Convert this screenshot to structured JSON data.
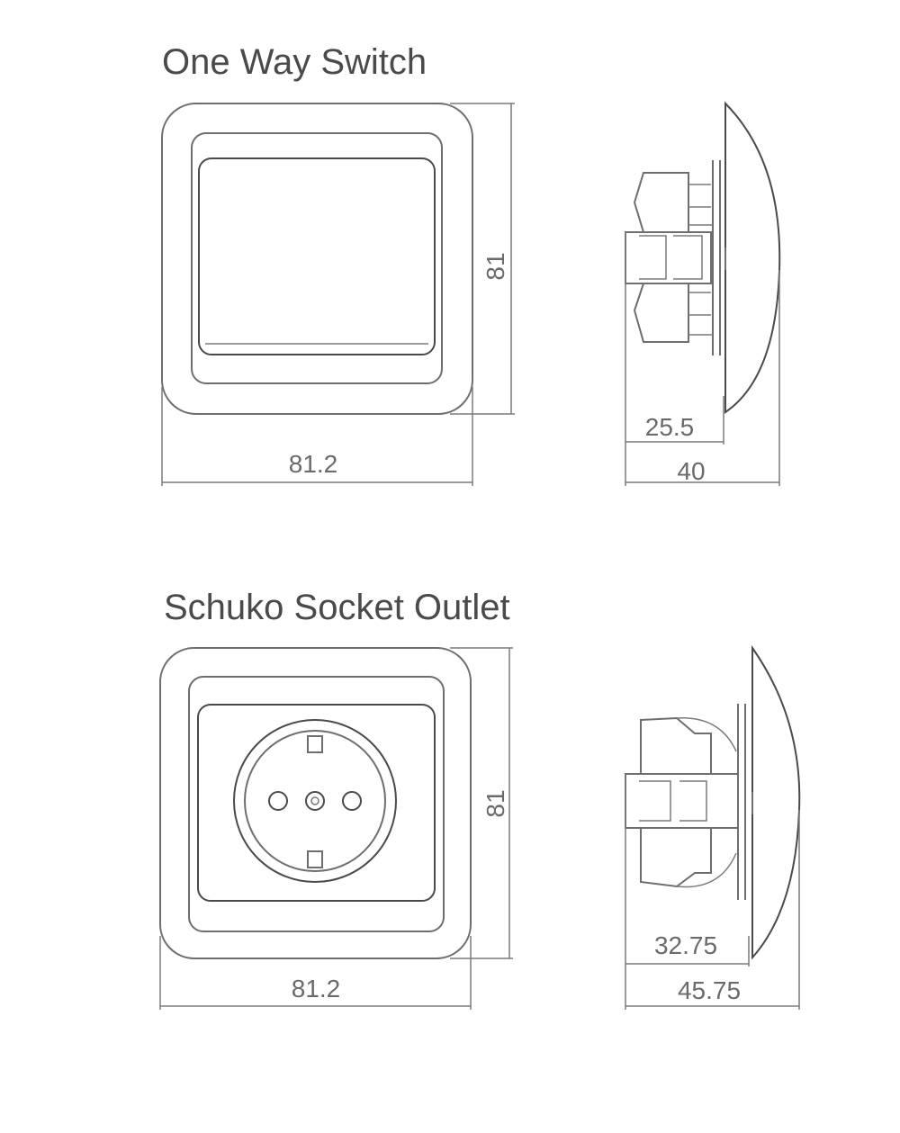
{
  "switch": {
    "title": "One Way Switch",
    "width_label": "81.2",
    "height_label": "81",
    "depth_inner_label": "25.5",
    "depth_total_label": "40"
  },
  "socket": {
    "title": "Schuko Socket Outlet",
    "width_label": "81.2",
    "height_label": "81",
    "depth_inner_label": "32.75",
    "depth_total_label": "45.75"
  }
}
